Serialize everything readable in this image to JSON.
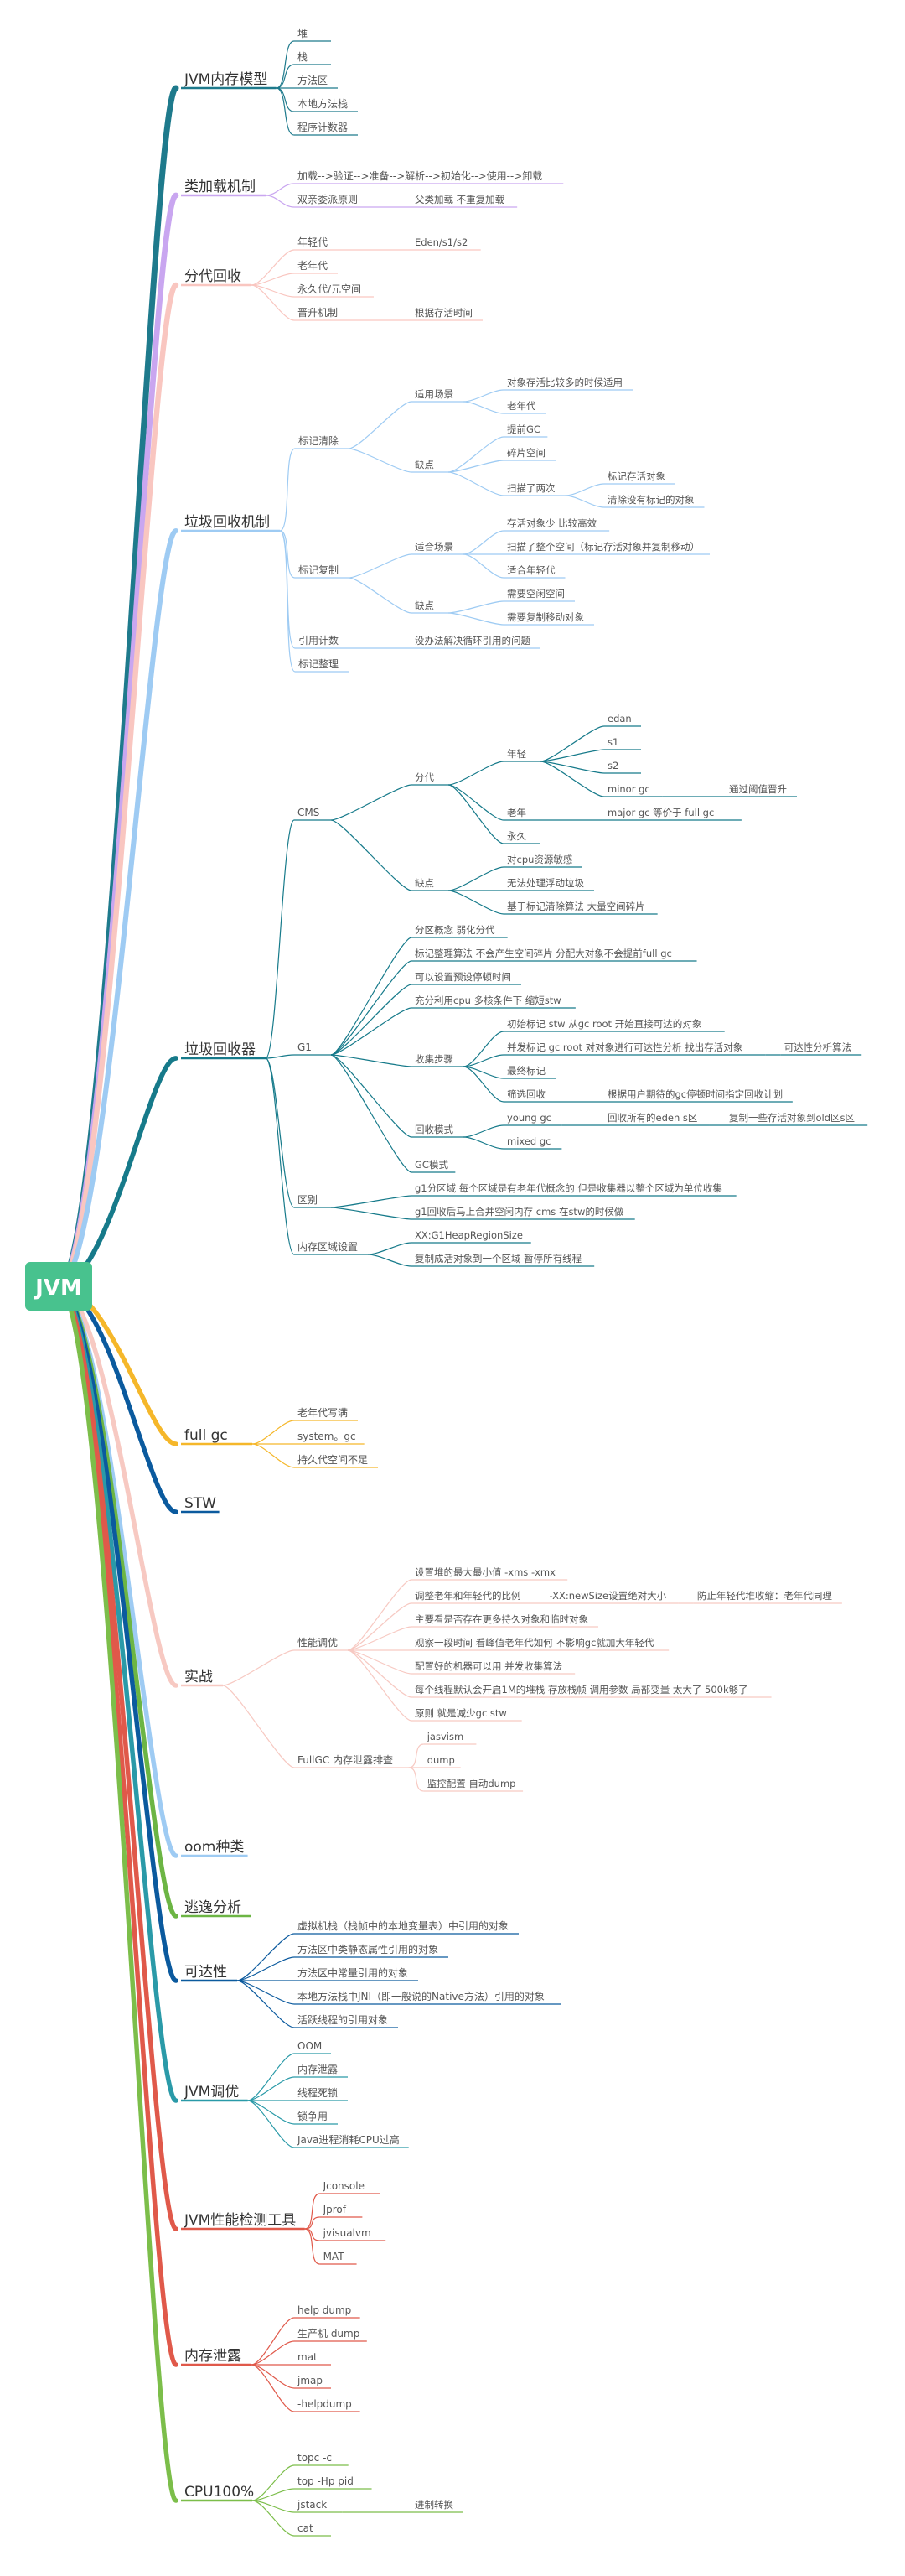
{
  "root": "JVM",
  "branches": [
    {
      "label": "JVM内存模型",
      "color": "#1e7a8c",
      "children": [
        {
          "label": "堆"
        },
        {
          "label": "栈"
        },
        {
          "label": "方法区"
        },
        {
          "label": "本地方法栈"
        },
        {
          "label": "程序计数器"
        }
      ]
    },
    {
      "label": "类加载机制",
      "color": "#c9a6f0",
      "children": [
        {
          "label": "加载-->验证-->准备-->解析-->初始化-->使用-->卸载"
        },
        {
          "label": "双亲委派原则",
          "children": [
            {
              "label": "父类加载 不重复加载"
            }
          ]
        }
      ]
    },
    {
      "label": "分代回收",
      "color": "#f9c6c0",
      "children": [
        {
          "label": "年轻代",
          "children": [
            {
              "label": "Eden/s1/s2"
            }
          ]
        },
        {
          "label": "老年代"
        },
        {
          "label": "永久代/元空间"
        },
        {
          "label": "晋升机制",
          "children": [
            {
              "label": "根据存活时间"
            }
          ]
        }
      ]
    },
    {
      "label": "垃圾回收机制",
      "color": "#9ecbf3",
      "children": [
        {
          "label": "标记清除",
          "children": [
            {
              "label": "适用场景",
              "children": [
                {
                  "label": "对象存活比较多的时候适用"
                },
                {
                  "label": "老年代"
                }
              ]
            },
            {
              "label": "缺点",
              "children": [
                {
                  "label": "提前GC"
                },
                {
                  "label": "碎片空间"
                },
                {
                  "label": "扫描了两次",
                  "children": [
                    {
                      "label": "标记存活对象"
                    },
                    {
                      "label": "清除没有标记的对象"
                    }
                  ]
                }
              ]
            }
          ]
        },
        {
          "label": "标记复制",
          "children": [
            {
              "label": "适合场景",
              "children": [
                {
                  "label": "存活对象少 比较高效"
                },
                {
                  "label": "扫描了整个空间（标记存活对象并复制移动）"
                },
                {
                  "label": "适合年轻代"
                }
              ]
            },
            {
              "label": "缺点",
              "children": [
                {
                  "label": "需要空闲空间"
                },
                {
                  "label": "需要复制移动对象"
                }
              ]
            }
          ]
        },
        {
          "label": "引用计数",
          "children": [
            {
              "label": "没办法解决循环引用的问题"
            }
          ]
        },
        {
          "label": "标记整理"
        }
      ]
    },
    {
      "label": "垃圾回收器",
      "color": "#167a8a",
      "children": [
        {
          "label": "CMS",
          "children": [
            {
              "label": "分代",
              "children": [
                {
                  "label": "年轻",
                  "children": [
                    {
                      "label": "edan"
                    },
                    {
                      "label": "s1"
                    },
                    {
                      "label": "s2"
                    },
                    {
                      "label": "minor gc",
                      "children": [
                        {
                          "label": "通过阈值晋升"
                        }
                      ]
                    }
                  ]
                },
                {
                  "label": "老年",
                  "children": [
                    {
                      "label": "major gc 等价于 full gc"
                    }
                  ]
                },
                {
                  "label": "永久"
                }
              ]
            },
            {
              "label": "缺点",
              "children": [
                {
                  "label": "对cpu资源敏感"
                },
                {
                  "label": "无法处理浮动垃圾"
                },
                {
                  "label": "基于标记清除算法 大量空间碎片"
                }
              ]
            }
          ]
        },
        {
          "label": "G1",
          "children": [
            {
              "label": "分区概念 弱化分代"
            },
            {
              "label": "标记整理算法 不会产生空间碎片 分配大对象不会提前full gc"
            },
            {
              "label": "可以设置预设停顿时间"
            },
            {
              "label": "充分利用cpu 多核条件下 缩短stw"
            },
            {
              "label": "收集步骤",
              "children": [
                {
                  "label": "初始标记 stw 从gc root 开始直接可达的对象"
                },
                {
                  "label": "并发标记 gc root 对对象进行可达性分析 找出存活对象",
                  "children": [
                    {
                      "label": "可达性分析算法"
                    }
                  ]
                },
                {
                  "label": "最终标记"
                },
                {
                  "label": "筛选回收",
                  "children": [
                    {
                      "label": "根据用户期待的gc停顿时间指定回收计划"
                    }
                  ]
                }
              ]
            },
            {
              "label": "回收模式",
              "children": [
                {
                  "label": "young gc",
                  "children": [
                    {
                      "label": "回收所有的eden s区",
                      "children": [
                        {
                          "label": "复制一些存活对象到old区s区"
                        }
                      ]
                    }
                  ]
                },
                {
                  "label": "mixed gc"
                }
              ]
            },
            {
              "label": "GC模式"
            }
          ]
        },
        {
          "label": "区别",
          "children": [
            {
              "label": "g1分区域 每个区域是有老年代概念的 但是收集器以整个区域为单位收集"
            },
            {
              "label": "g1回收后马上合并空闲内存 cms 在stw的时候做"
            }
          ]
        },
        {
          "label": "内存区域设置",
          "children": [
            {
              "label": "XX:G1HeapRegionSize"
            },
            {
              "label": "复制成活对象到一个区域 暂停所有线程"
            }
          ]
        }
      ]
    },
    {
      "label": "full gc",
      "color": "#f5b72a",
      "children": [
        {
          "label": "老年代写满"
        },
        {
          "label": "system。gc"
        },
        {
          "label": "持久代空间不足"
        }
      ]
    },
    {
      "label": "STW",
      "color": "#0b5a9e",
      "children": []
    },
    {
      "label": "实战",
      "color": "#f7c9c2",
      "children": [
        {
          "label": "性能调优",
          "children": [
            {
              "label": "设置堆的最大最小值 -xms -xmx"
            },
            {
              "label": "调整老年和年轻代的比例",
              "children": [
                {
                  "label": "-XX:newSize设置绝对大小",
                  "children": [
                    {
                      "label": "防止年轻代堆收缩：老年代同理"
                    }
                  ]
                }
              ]
            },
            {
              "label": "主要看是否存在更多持久对象和临时对象"
            },
            {
              "label": "观察一段时间 看峰值老年代如何 不影响gc就加大年轻代"
            },
            {
              "label": "配置好的机器可以用 并发收集算法"
            },
            {
              "label": "每个线程默认会开启1M的堆栈 存放栈帧 调用参数 局部变量 太大了  500k够了"
            },
            {
              "label": "原则 就是减少gc stw"
            }
          ]
        },
        {
          "label": "FullGC 内存泄露排查",
          "children": [
            {
              "label": "jasvism"
            },
            {
              "label": "dump"
            },
            {
              "label": "监控配置 自动dump"
            }
          ]
        }
      ]
    },
    {
      "label": "oom种类",
      "color": "#9ecbf3",
      "children": []
    },
    {
      "label": "逃逸分析",
      "color": "#6cb544",
      "children": []
    },
    {
      "label": "可达性",
      "color": "#0b5a9e",
      "children": [
        {
          "label": "虚拟机栈（栈帧中的本地变量表）中引用的对象"
        },
        {
          "label": "方法区中类静态属性引用的对象"
        },
        {
          "label": "方法区中常量引用的对象"
        },
        {
          "label": "本地方法栈中JNI（即一般说的Native方法）引用的对象"
        },
        {
          "label": "活跃线程的引用对象"
        }
      ]
    },
    {
      "label": "JVM调优",
      "color": "#2a9aa8",
      "children": [
        {
          "label": "OOM"
        },
        {
          "label": "内存泄露"
        },
        {
          "label": "线程死锁"
        },
        {
          "label": "锁争用"
        },
        {
          "label": "Java进程消耗CPU过高"
        }
      ]
    },
    {
      "label": "JVM性能检测工具",
      "color": "#e0594a",
      "children": [
        {
          "label": "Jconsole"
        },
        {
          "label": "Jprof"
        },
        {
          "label": "jvisualvm"
        },
        {
          "label": "MAT"
        }
      ]
    },
    {
      "label": "内存泄露",
      "color": "#e0594a",
      "children": [
        {
          "label": "help dump"
        },
        {
          "label": "生产机 dump"
        },
        {
          "label": "mat"
        },
        {
          "label": "jmap"
        },
        {
          "label": "-helpdump"
        }
      ]
    },
    {
      "label": "CPU100%",
      "color": "#7cbe4a",
      "children": [
        {
          "label": "topc -c"
        },
        {
          "label": "top -Hp pid"
        },
        {
          "label": "jstack",
          "children": [
            {
              "label": "进制转换"
            }
          ]
        },
        {
          "label": "cat"
        }
      ]
    }
  ]
}
